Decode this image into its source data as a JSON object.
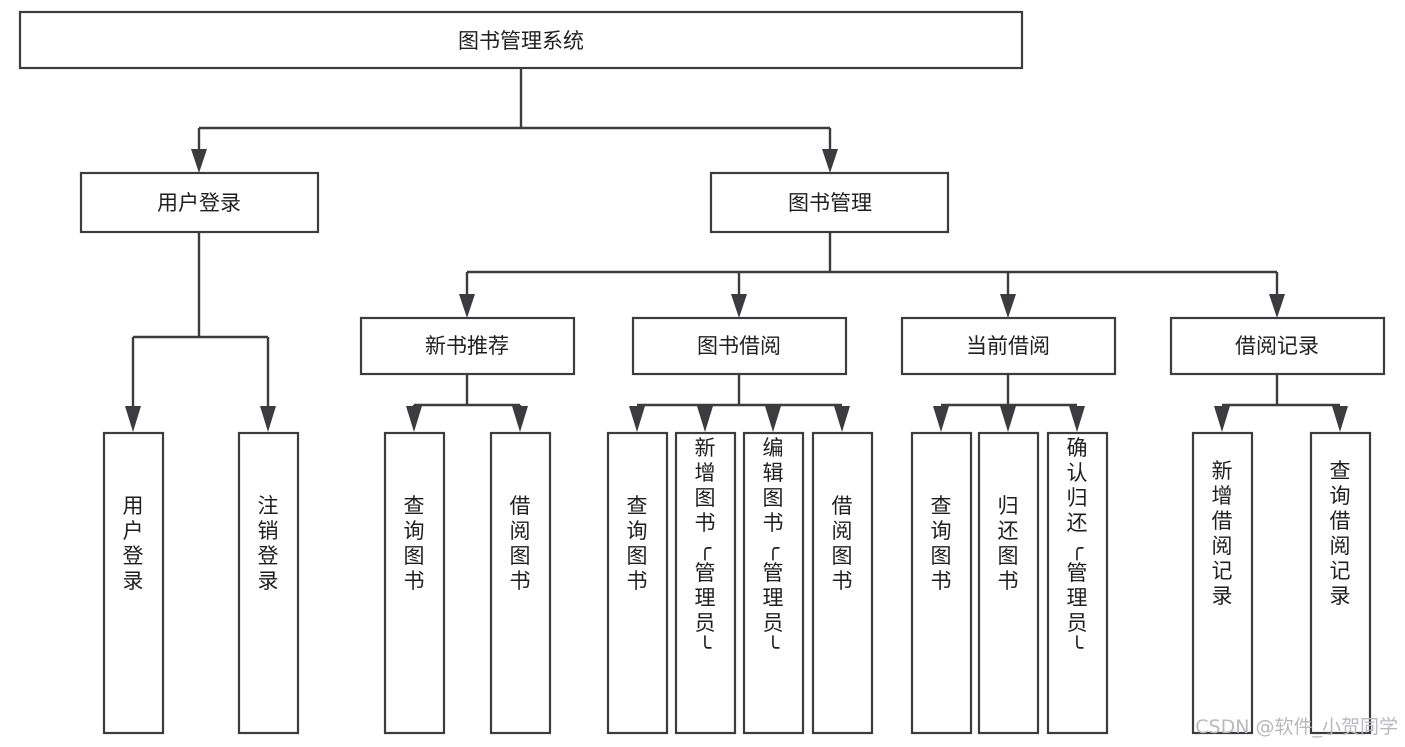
{
  "diagram": {
    "title": "图书管理系统",
    "type": "hierarchy-tree",
    "root": {
      "id": "root",
      "label": "图书管理系统"
    },
    "level1": [
      {
        "id": "user-login",
        "label": "用户登录"
      },
      {
        "id": "book-manage",
        "label": "图书管理"
      }
    ],
    "level2": [
      {
        "id": "new-book-recommend",
        "label": "新书推荐",
        "parent": "book-manage"
      },
      {
        "id": "book-borrow",
        "label": "图书借阅",
        "parent": "book-manage"
      },
      {
        "id": "current-borrow",
        "label": "当前借阅",
        "parent": "book-manage"
      },
      {
        "id": "borrow-record",
        "label": "借阅记录",
        "parent": "book-manage"
      }
    ],
    "leaves": [
      {
        "id": "leaf-user-login",
        "label": "用户登录",
        "parent": "user-login"
      },
      {
        "id": "leaf-user-logout",
        "label": "注销登录",
        "parent": "user-login"
      },
      {
        "id": "leaf-query-book-1",
        "label": "查询图书",
        "parent": "new-book-recommend"
      },
      {
        "id": "leaf-borrow-book-1",
        "label": "借阅图书",
        "parent": "new-book-recommend"
      },
      {
        "id": "leaf-query-book-2",
        "label": "查询图书",
        "parent": "book-borrow"
      },
      {
        "id": "leaf-add-book",
        "label": "新增图书（管理员）",
        "parent": "book-borrow"
      },
      {
        "id": "leaf-edit-book",
        "label": "编辑图书（管理员）",
        "parent": "book-borrow"
      },
      {
        "id": "leaf-borrow-book-2",
        "label": "借阅图书",
        "parent": "book-borrow"
      },
      {
        "id": "leaf-query-book-3",
        "label": "查询图书",
        "parent": "current-borrow"
      },
      {
        "id": "leaf-return-book",
        "label": "归还图书",
        "parent": "current-borrow"
      },
      {
        "id": "leaf-confirm-return",
        "label": "确认归还（管理员）",
        "parent": "current-borrow"
      },
      {
        "id": "leaf-add-record",
        "label": "新增借阅记录",
        "parent": "borrow-record"
      },
      {
        "id": "leaf-query-record",
        "label": "查询借阅记录",
        "parent": "borrow-record"
      }
    ]
  },
  "watermark": {
    "text": "CSDN @软件_小贺同学"
  },
  "colors": {
    "background": "#ffffff",
    "box_fill": "#ffffff",
    "box_stroke": "#3b3b40",
    "text": "#1f1f1f",
    "watermark": "#b9b9bd"
  }
}
